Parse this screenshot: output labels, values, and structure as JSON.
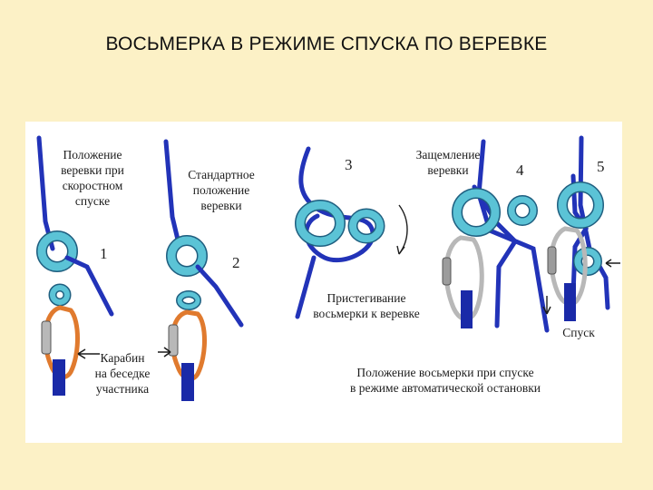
{
  "slide": {
    "title": "ВОСЬМЕРКА В РЕЖИМЕ СПУСКА ПО ВЕРЕВКЕ"
  },
  "figure": {
    "colors": {
      "rope": "#2233B8",
      "figure_eight": "#5BC3D6",
      "figure_eight_outline": "#1F5F80",
      "carabiner": "#E07A2E",
      "carabiner_steel": "#B8B8B8",
      "sling": "#1A2AA8"
    },
    "labels": {
      "rope_fast_descent": "Положение\nверевки при\nскоростном\nспуске",
      "rope_standard": "Стандартное\nположение\nверевки",
      "rope_clamping": "Защемление\nверевки",
      "attaching": "Пристегивание\nвосьмерки к веревке",
      "carabiner": "Карабин\nна беседке\nучастника",
      "descent": "Спуск",
      "auto_stop": "Положение восьмерки при спуске\nв режиме автоматической остановки"
    },
    "step_numbers": [
      "1",
      "2",
      "3",
      "4",
      "5"
    ],
    "icons": [
      "arrow-left-icon",
      "arrow-down-icon",
      "rotation-arrow-icon"
    ]
  }
}
